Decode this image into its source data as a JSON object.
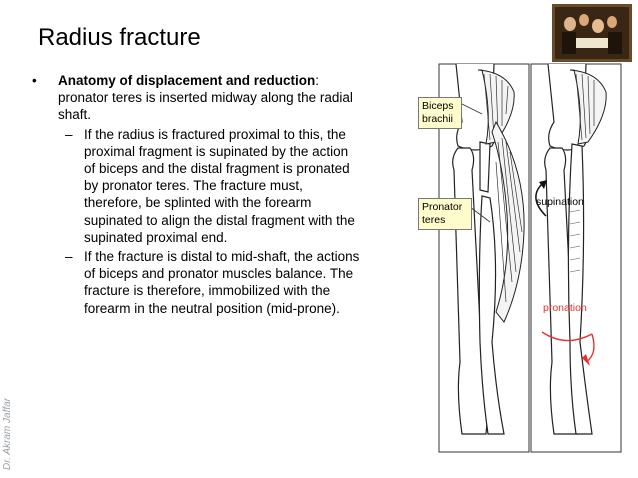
{
  "title": "Radius fracture",
  "author": "Dr. Akram Jaffar",
  "bullet": {
    "marker": "•",
    "lead_bold": "Anatomy of displacement and reduction",
    "lead_rest": ": pronator teres is inserted midway along the radial shaft."
  },
  "sub_bullets": [
    {
      "marker": "–",
      "text": "If the radius is fractured proximal to this, the proximal fragment is supinated by the action of biceps and the distal fragment is pronated by pronator teres. The fracture must, therefore, be splinted with the forearm supinated to align the distal fragment with the supinated proximal end."
    },
    {
      "marker": "–",
      "text": "If the fracture is distal to mid-shaft, the actions of biceps and pronator muscles balance. The fracture is therefore, immobilized with the forearm in the neutral position (mid-prone)."
    }
  ],
  "figure": {
    "labels": {
      "biceps": "Biceps brachii",
      "pronator": "Pronator teres",
      "supination": "supination",
      "pronation": "pronation"
    },
    "colors": {
      "label_bg": "#fffccc",
      "arrow_red": "#e8302e"
    }
  }
}
